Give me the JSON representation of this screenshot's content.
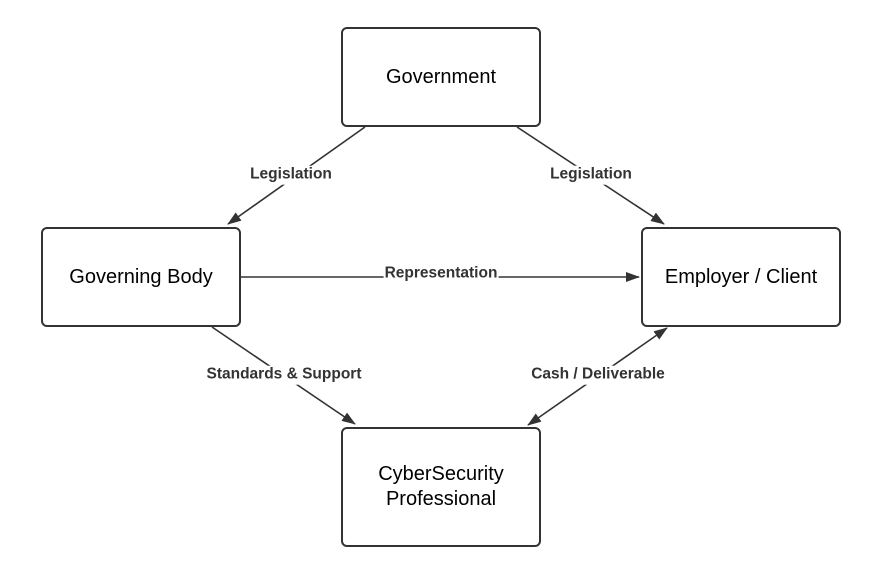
{
  "nodes": {
    "government": "Government",
    "governing_body": "Governing Body",
    "employer_client": "Employer / Client",
    "cybersecurity_professional": "CyberSecurity Professional"
  },
  "edges": {
    "government_to_governing_body": "Legislation",
    "government_to_employer_client": "Legislation",
    "governing_body_to_employer_client": "Representation",
    "governing_body_to_professional": "Standards & Support",
    "professional_employer_exchange": "Cash / Deliverable"
  }
}
